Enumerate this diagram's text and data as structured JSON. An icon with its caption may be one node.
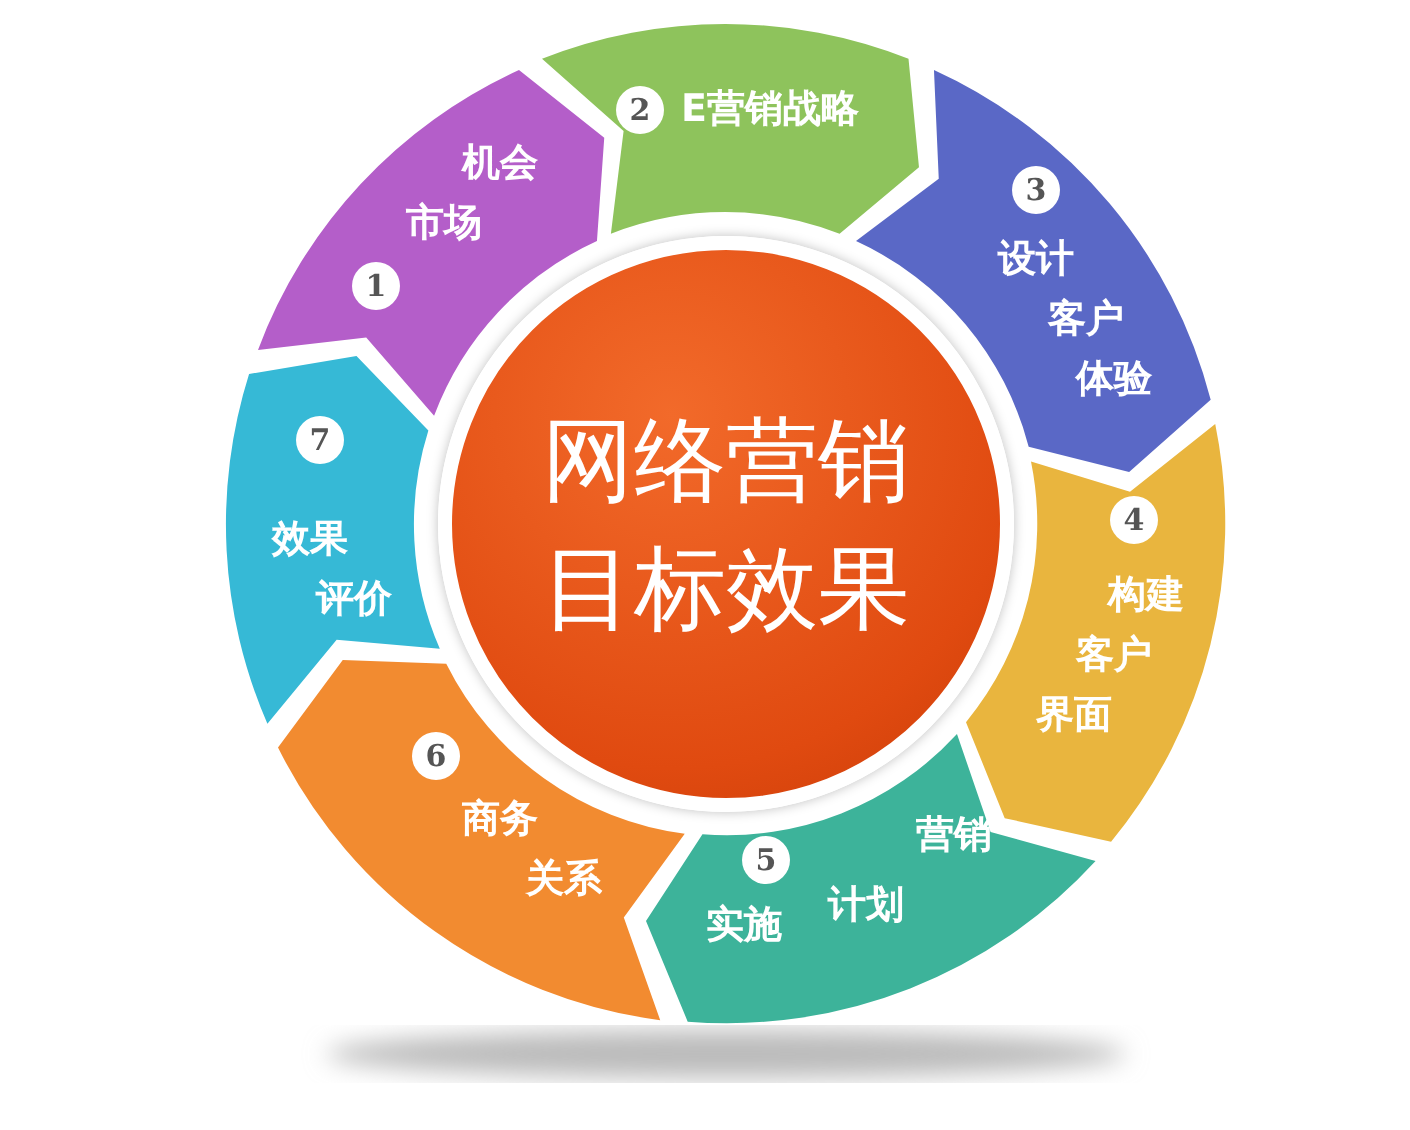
{
  "diagram": {
    "nodes": [
      {
        "text": [
          "网络营销目标效果"
        ]
      },
      {
        "text": [
          "1",
          "机会",
          "市场"
        ]
      },
      {
        "text": [
          "2",
          "E营销战略"
        ]
      },
      {
        "text": [
          "3",
          "设计",
          "客户",
          "体验"
        ]
      },
      {
        "text": [
          "4",
          "构建",
          "客户",
          "界面"
        ]
      },
      {
        "text": [
          "5",
          "实施",
          "计划",
          "营销"
        ]
      },
      {
        "text": [
          "6",
          "商务",
          "关系"
        ]
      },
      {
        "text": [
          "7",
          "效果",
          "评价"
        ]
      }
    ]
  }
}
